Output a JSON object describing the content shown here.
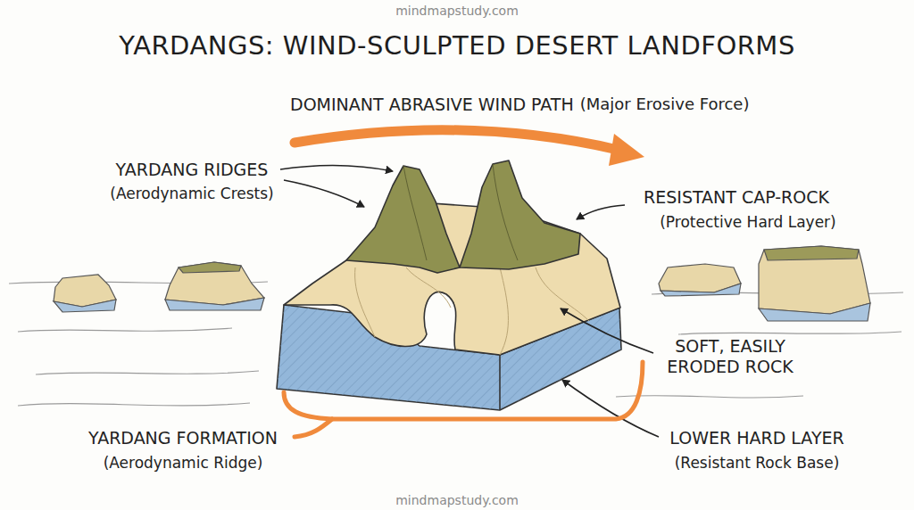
{
  "diagram": {
    "title": "YARDANGS: WIND-SCULPTED DESERT LANDFORMS",
    "labels": [
      "mindmapstudy.com",
      "DOMINANT ABRASIVE WIND PATH",
      "(Major Erosive Force)",
      "YARDANG RIDGES",
      "(Aerodynamic Crests)",
      "RESISTANT CAP-ROCK",
      "(Protective Hard Layer)",
      "SOFT, EASILY ERODED ROCK",
      "LOWER HARD LAYER",
      "(Resistant Rock Base)",
      "YARDANG FORMATION",
      "(Aerodynamic Ridge)",
      "mindmapstudy.com"
    ]
  }
}
